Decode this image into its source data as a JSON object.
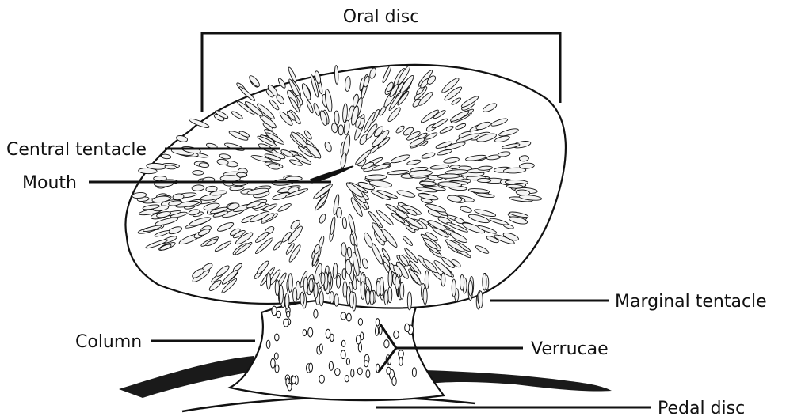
{
  "diagram": {
    "labels": {
      "oral_disc": "Oral disc",
      "central_tentacle": "Central tentacle",
      "mouth": "Mouth",
      "marginal_tentacle": "Marginal tentacle",
      "column": "Column",
      "verrucae": "Verrucae",
      "pedal_disc": "Pedal disc"
    },
    "colors": {
      "ink": "#111111",
      "background": "#ffffff",
      "tentacle_fill": "#f4f4f4"
    }
  }
}
